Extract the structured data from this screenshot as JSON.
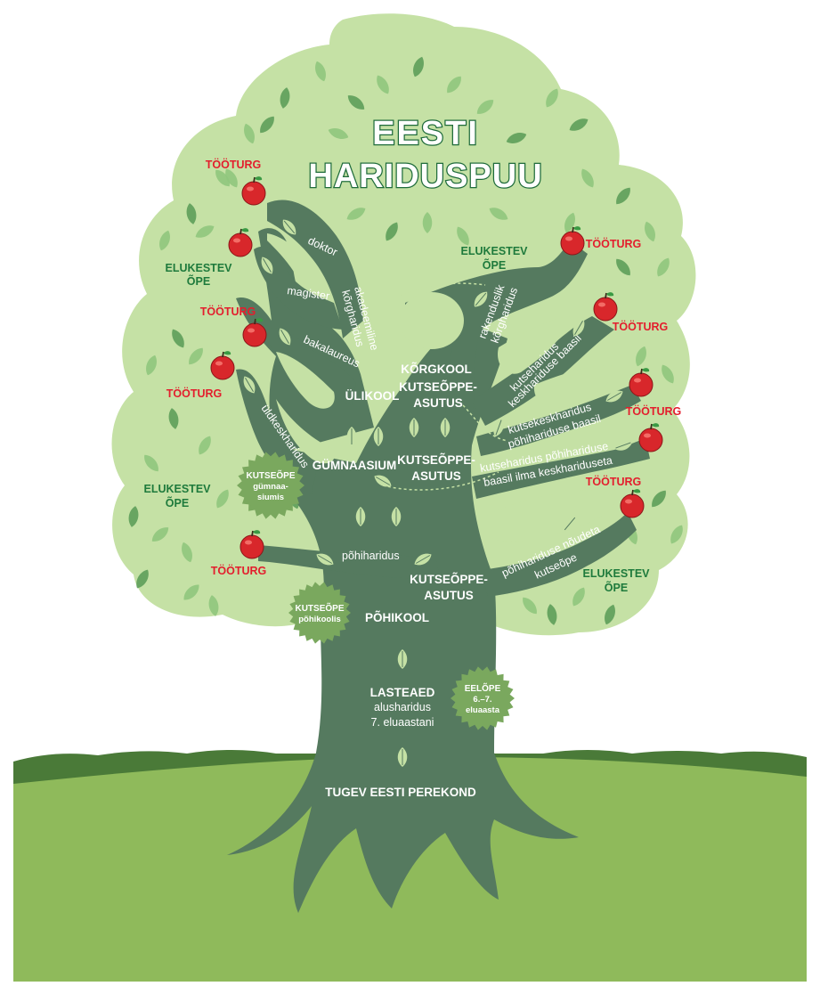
{
  "title": {
    "line1": "EESTI",
    "line2": "HARIDUSPUU"
  },
  "labels": {
    "labor_market": "TÖÖTURG",
    "lifelong_1": "ELUKESTEV",
    "lifelong_2": "ÕPE",
    "doctor": "doktor",
    "master": "magister",
    "bachelor": "bakalaureus",
    "academic_1": "akadeemiline",
    "academic_2": "kõrgharidus",
    "applied_1": "rakenduslik",
    "applied_2": "kõrgharidus",
    "university": "ÜLIKOOL",
    "higher_school": "KÕRGKOOL",
    "vocational_1": "KUTSEÕPPE-",
    "vocational_2": "ASUTUS",
    "general_secondary": "üldkeskharidus",
    "gymnasium": "GÜMNAASIUM",
    "voc_after_sec_1": "kutseharidus",
    "voc_after_sec_2": "keskhariduse baasil",
    "voc_secondary_1": "kutsekeskharidus",
    "voc_secondary_2": "põhihariduse baasil",
    "voc_no_sec_1": "kutseharidus põhihariduse",
    "voc_no_sec_2": "baasil ilma keskhariduseta",
    "voc_no_basic_1": "põhihariduse nõudeta",
    "voc_no_basic_2": "kutseõpe",
    "basic_education": "põhiharidus",
    "basic_school": "PÕHIKOOL",
    "kindergarten": "LASTEAED",
    "preschool_1": "alusharidus",
    "preschool_2": "7. eluaastani",
    "family": "TUGEV EESTI PEREKOND"
  },
  "badges": {
    "gym_1": "KUTSEÕPE",
    "gym_2": "gümnaa-",
    "gym_3": "siumis",
    "basic_1": "KUTSEÕPE",
    "basic_2": "põhikoolis",
    "pre_1": "EELÕPE",
    "pre_2": "6.–7.",
    "pre_3": "eluaasta"
  },
  "colors": {
    "canopy": "#c5e1a5",
    "trunk": "#557a5f",
    "leaf": "#8fc77d",
    "leaf_dark": "#5d9e5a",
    "grass": "#8fba5b",
    "hill": "#4a7a38",
    "apple": "#d8272b",
    "title_fill": "#ffffff",
    "title_stroke": "#1e6b3a",
    "labor_market": "#e31e2d",
    "lifelong": "#1e7a3c",
    "badge": "#7aa85e"
  }
}
